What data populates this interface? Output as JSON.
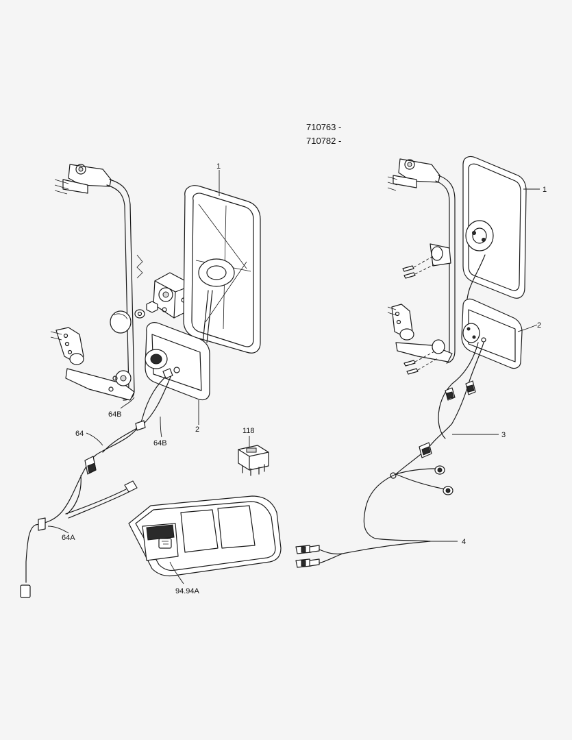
{
  "header": {
    "serial_from_1": "710763 -",
    "serial_from_2": "710782 -"
  },
  "callouts": {
    "left_mirror_main": "1",
    "left_mirror_small": "2",
    "left_harness_64": "64",
    "left_harness_64b_upper": "64B",
    "left_harness_64b_lower": "64B",
    "left_harness_64a": "64A",
    "relay": "118",
    "switch_panel": "94.94A",
    "right_mirror_main": "1",
    "right_mirror_small": "2",
    "right_harness_3": "3",
    "right_cable_4": "4"
  }
}
